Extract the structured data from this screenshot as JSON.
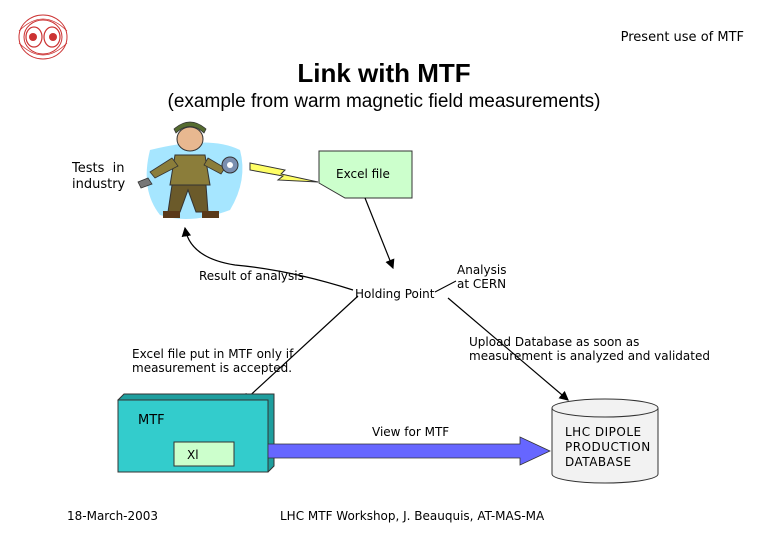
{
  "header": {
    "right_text": "Present use of MTF",
    "title": "Link with MTF",
    "subtitle": "(example from warm magnetic field measurements)"
  },
  "nodes": {
    "industry": "Tests  in\nindustry",
    "excel_file": "Excel file",
    "result_analysis": "Result of analysis",
    "holding_point": "Holding Point",
    "analysis_cern": "Analysis\nat CERN",
    "excel_mtf": "Excel file put in MTF only if\nmeasurement is accepted.",
    "upload_db": "Upload Database as soon as\nmeasurement is analyzed and validated",
    "mtf_box": "MTF",
    "xl": "Xl",
    "view_mtf": "View for MTF",
    "lhc_db": "LHC DIPOLE\nPRODUCTION\nDATABASE"
  },
  "footer": {
    "date": "18-March-2003",
    "center": "LHC MTF Workshop, J. Beauquis, AT-MAS-MA"
  },
  "colors": {
    "doc_fill": "#ccffcc",
    "mtf_fill": "#33cccc",
    "xl_fill": "#ccffcc",
    "arrow_fill": "#6666ff",
    "lightning_fill": "#ffff66",
    "logo_red": "#cc3333",
    "worker_bg": "#a6e6ff"
  },
  "icons": {
    "logo": "magnet-field-logo-icon",
    "worker": "worker-with-tools-icon",
    "lightning": "lightning-bolt-icon",
    "database": "database-cylinder-icon"
  }
}
